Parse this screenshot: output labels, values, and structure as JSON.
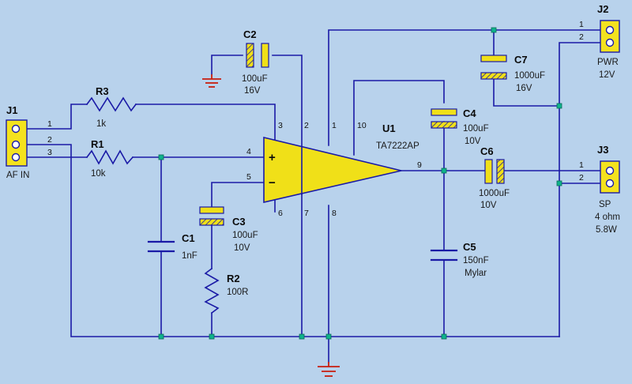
{
  "connectors": {
    "j1": {
      "ref": "J1",
      "label": "AF IN",
      "pins": [
        "1",
        "2",
        "3"
      ]
    },
    "j2": {
      "ref": "J2",
      "label": "PWR",
      "value": "12V",
      "pins": [
        "1",
        "2"
      ]
    },
    "j3": {
      "ref": "J3",
      "label": "SP",
      "value1": "4 ohm",
      "value2": "5.8W",
      "pins": [
        "1",
        "2"
      ]
    }
  },
  "resistors": {
    "r1": {
      "ref": "R1",
      "value": "10k"
    },
    "r2": {
      "ref": "R2",
      "value": "100R"
    },
    "r3": {
      "ref": "R3",
      "value": "1k"
    }
  },
  "capacitors": {
    "c1": {
      "ref": "C1",
      "value": "1nF"
    },
    "c2": {
      "ref": "C2",
      "value": "100uF",
      "voltage": "16V"
    },
    "c3": {
      "ref": "C3",
      "value": "100uF",
      "voltage": "10V"
    },
    "c4": {
      "ref": "C4",
      "value": "100uF",
      "voltage": "10V"
    },
    "c5": {
      "ref": "C5",
      "value": "150nF",
      "note": "Mylar"
    },
    "c6": {
      "ref": "C6",
      "value": "1000uF",
      "voltage": "10V"
    },
    "c7": {
      "ref": "C7",
      "value": "1000uF",
      "voltage": "16V"
    }
  },
  "ic": {
    "ref": "U1",
    "part": "TA7222AP",
    "plus": "+",
    "minus": "−",
    "pins": {
      "p1": "1",
      "p2": "2",
      "p3": "3",
      "p4": "4",
      "p5": "5",
      "p6": "6",
      "p7": "7",
      "p8": "8",
      "p9": "9",
      "p10": "10"
    }
  },
  "colors": {
    "background": "#b8d2ec",
    "wire": "#1a1aa6",
    "component_fill": "#f0e018",
    "junction": "#0fb38c",
    "ground": "#c81e0e"
  }
}
